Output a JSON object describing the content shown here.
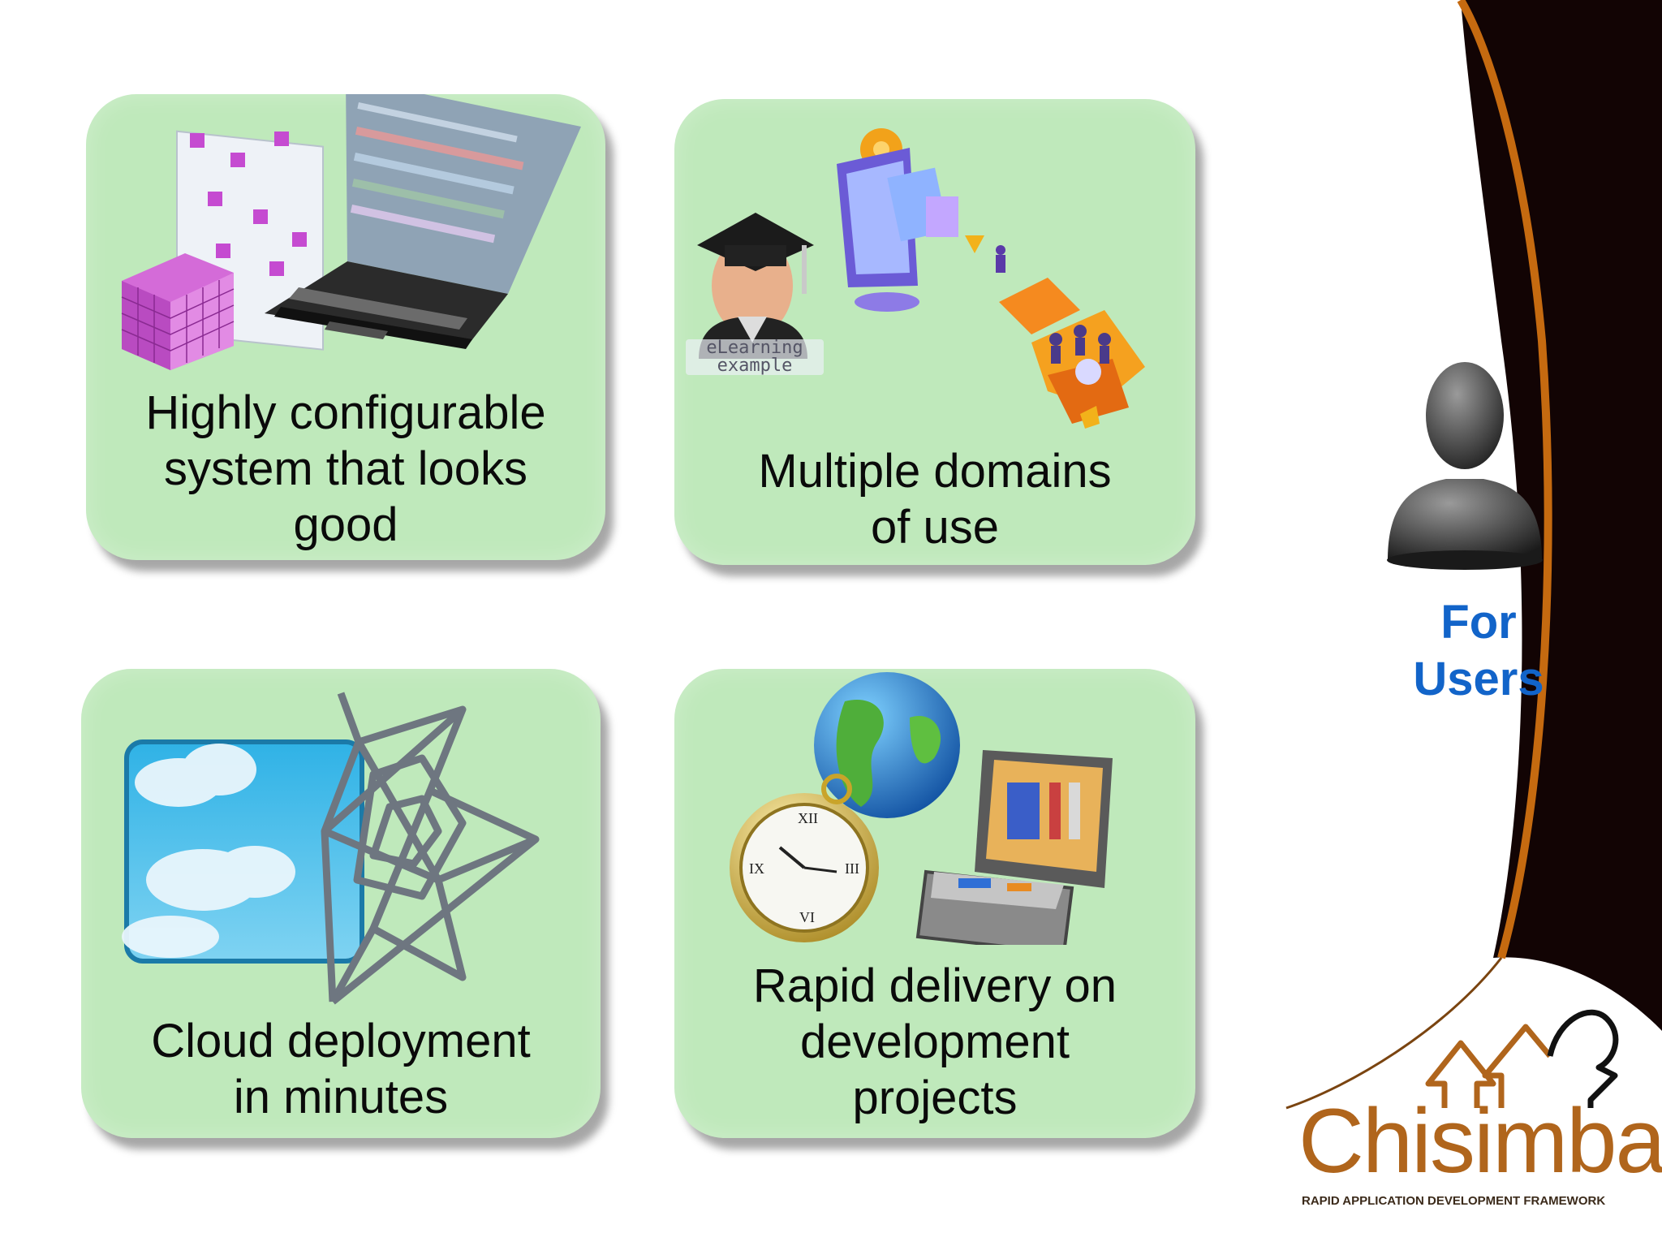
{
  "cards": [
    {
      "label": "Highly configurable\nsystem that looks\ngood"
    },
    {
      "label": "Multiple domains\nof use",
      "image_caption": "eLearning\nexample"
    },
    {
      "label": "Cloud deployment\nin minutes"
    },
    {
      "label": "Rapid delivery on\ndevelopment\nprojects"
    }
  ],
  "side": {
    "heading": "For\nUsers",
    "heading_color": "#1264c9",
    "icon": "user-silhouette-icon"
  },
  "logo": {
    "name": "Chisimba",
    "tagline": "RAPID APPLICATION DEVELOPMENT FRAMEWORK",
    "color": "#b0651c"
  },
  "colors": {
    "card_bg": "#bfe9bb",
    "swoosh_dark": "#120404",
    "swoosh_accent": "#c56a10"
  }
}
